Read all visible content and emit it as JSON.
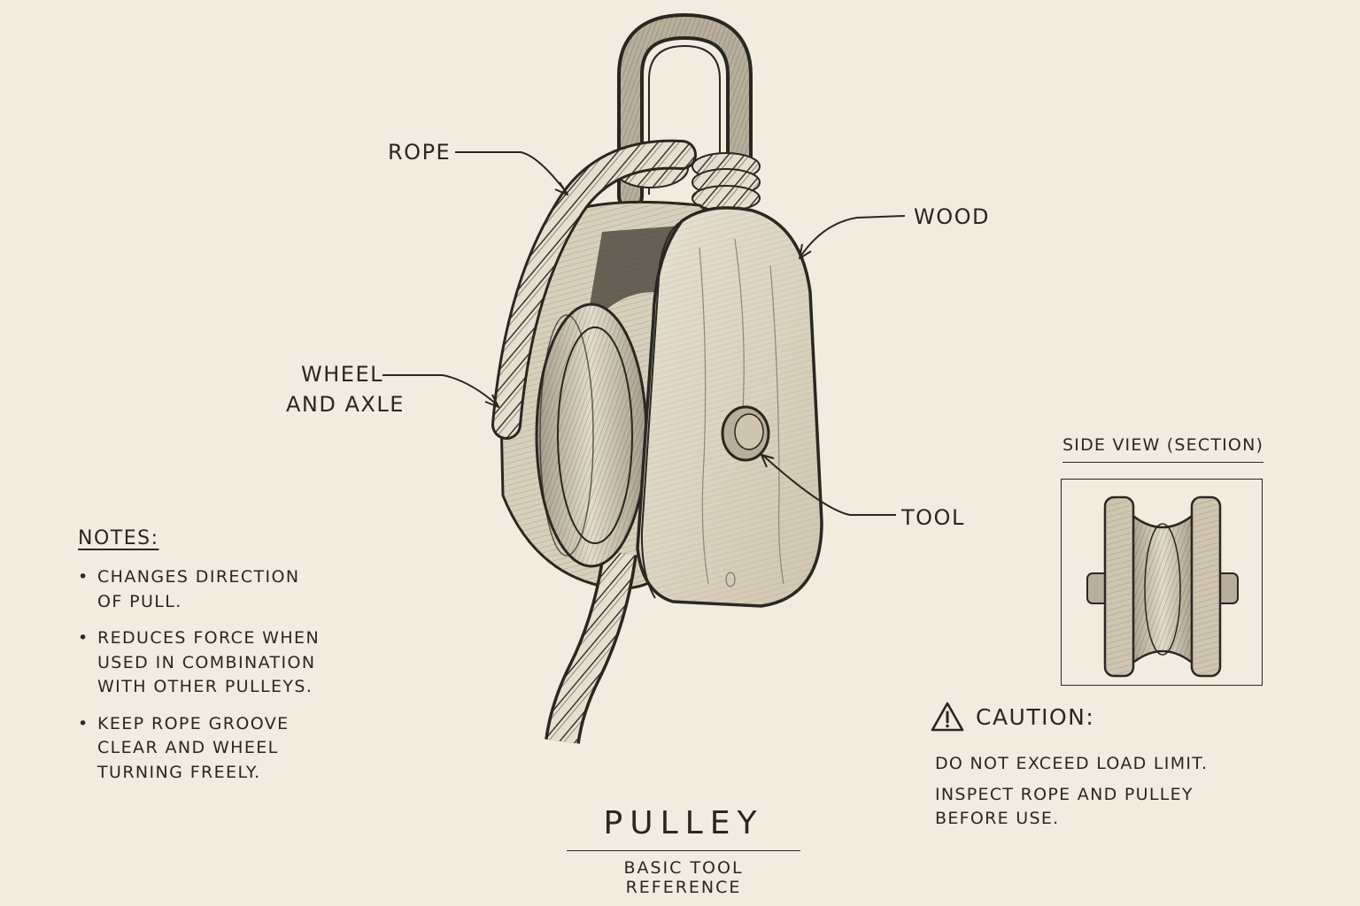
{
  "labels": {
    "rope": "ROPE",
    "wood": "WOOD",
    "wheel_line1": "WHEEL",
    "wheel_line2": "AND AXLE",
    "tool": "TOOL"
  },
  "notes": {
    "title": "NOTES:",
    "items": [
      "CHANGES DIRECTION OF PULL.",
      "REDUCES FORCE WHEN USED IN COMBINATION WITH OTHER PULLEYS.",
      "KEEP ROPE GROOVE CLEAR AND WHEEL TURNING FREELY."
    ]
  },
  "side_view": {
    "title": "SIDE VIEW (SECTION)"
  },
  "caution": {
    "title": "CAUTION:",
    "lines": [
      "DO NOT EXCEED LOAD LIMIT.",
      "INSPECT ROPE AND PULLEY BEFORE USE."
    ]
  },
  "footer": {
    "title": "PULLEY",
    "subtitle": "BASIC TOOL REFERENCE"
  },
  "colors": {
    "paper": "#f2ece0",
    "ink": "#2a2621",
    "wood_light": "#e4dccb",
    "wood_mid": "#cfc5b0",
    "wood_dark": "#8f8676"
  }
}
